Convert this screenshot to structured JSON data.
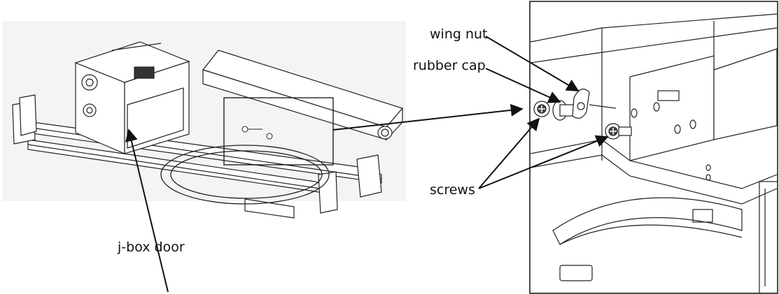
{
  "labels": {
    "wing_nut": "wing nut",
    "rubber_cap": "rubber cap",
    "screws": "screws",
    "jbox_door": "j-box door"
  },
  "colors": {
    "line": "#111111",
    "panel_bg": "#f4f4f4",
    "part_fill": "#ffffff"
  }
}
